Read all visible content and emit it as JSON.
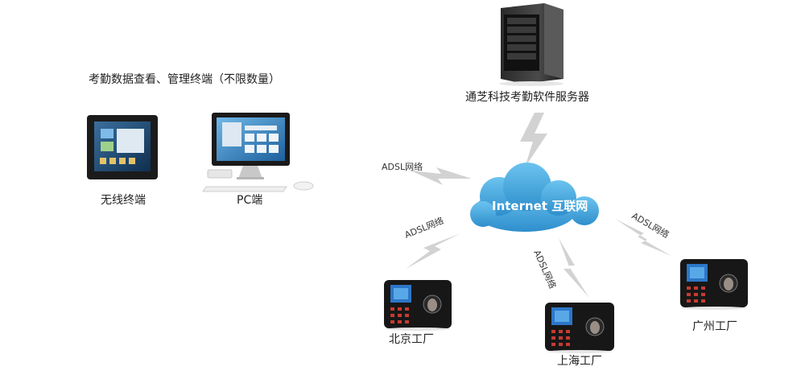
{
  "labels": {
    "view_manage": "考勤数据查看、管理终端（不限数量）",
    "wireless": "无线终端",
    "pc": "PC端",
    "server": "通芝科技考勤软件服务器",
    "cloud": "Internet 互联网",
    "adsl": "ADSL网络",
    "beijing": "北京工厂",
    "shanghai": "上海工厂",
    "guangzhou": "广州工厂"
  },
  "colors": {
    "cloud_fill": "#3ea0d9",
    "cloud_highlight": "#6cc3ef",
    "lightning": "#d2d2d2",
    "device_body": "#1a1a1a"
  }
}
